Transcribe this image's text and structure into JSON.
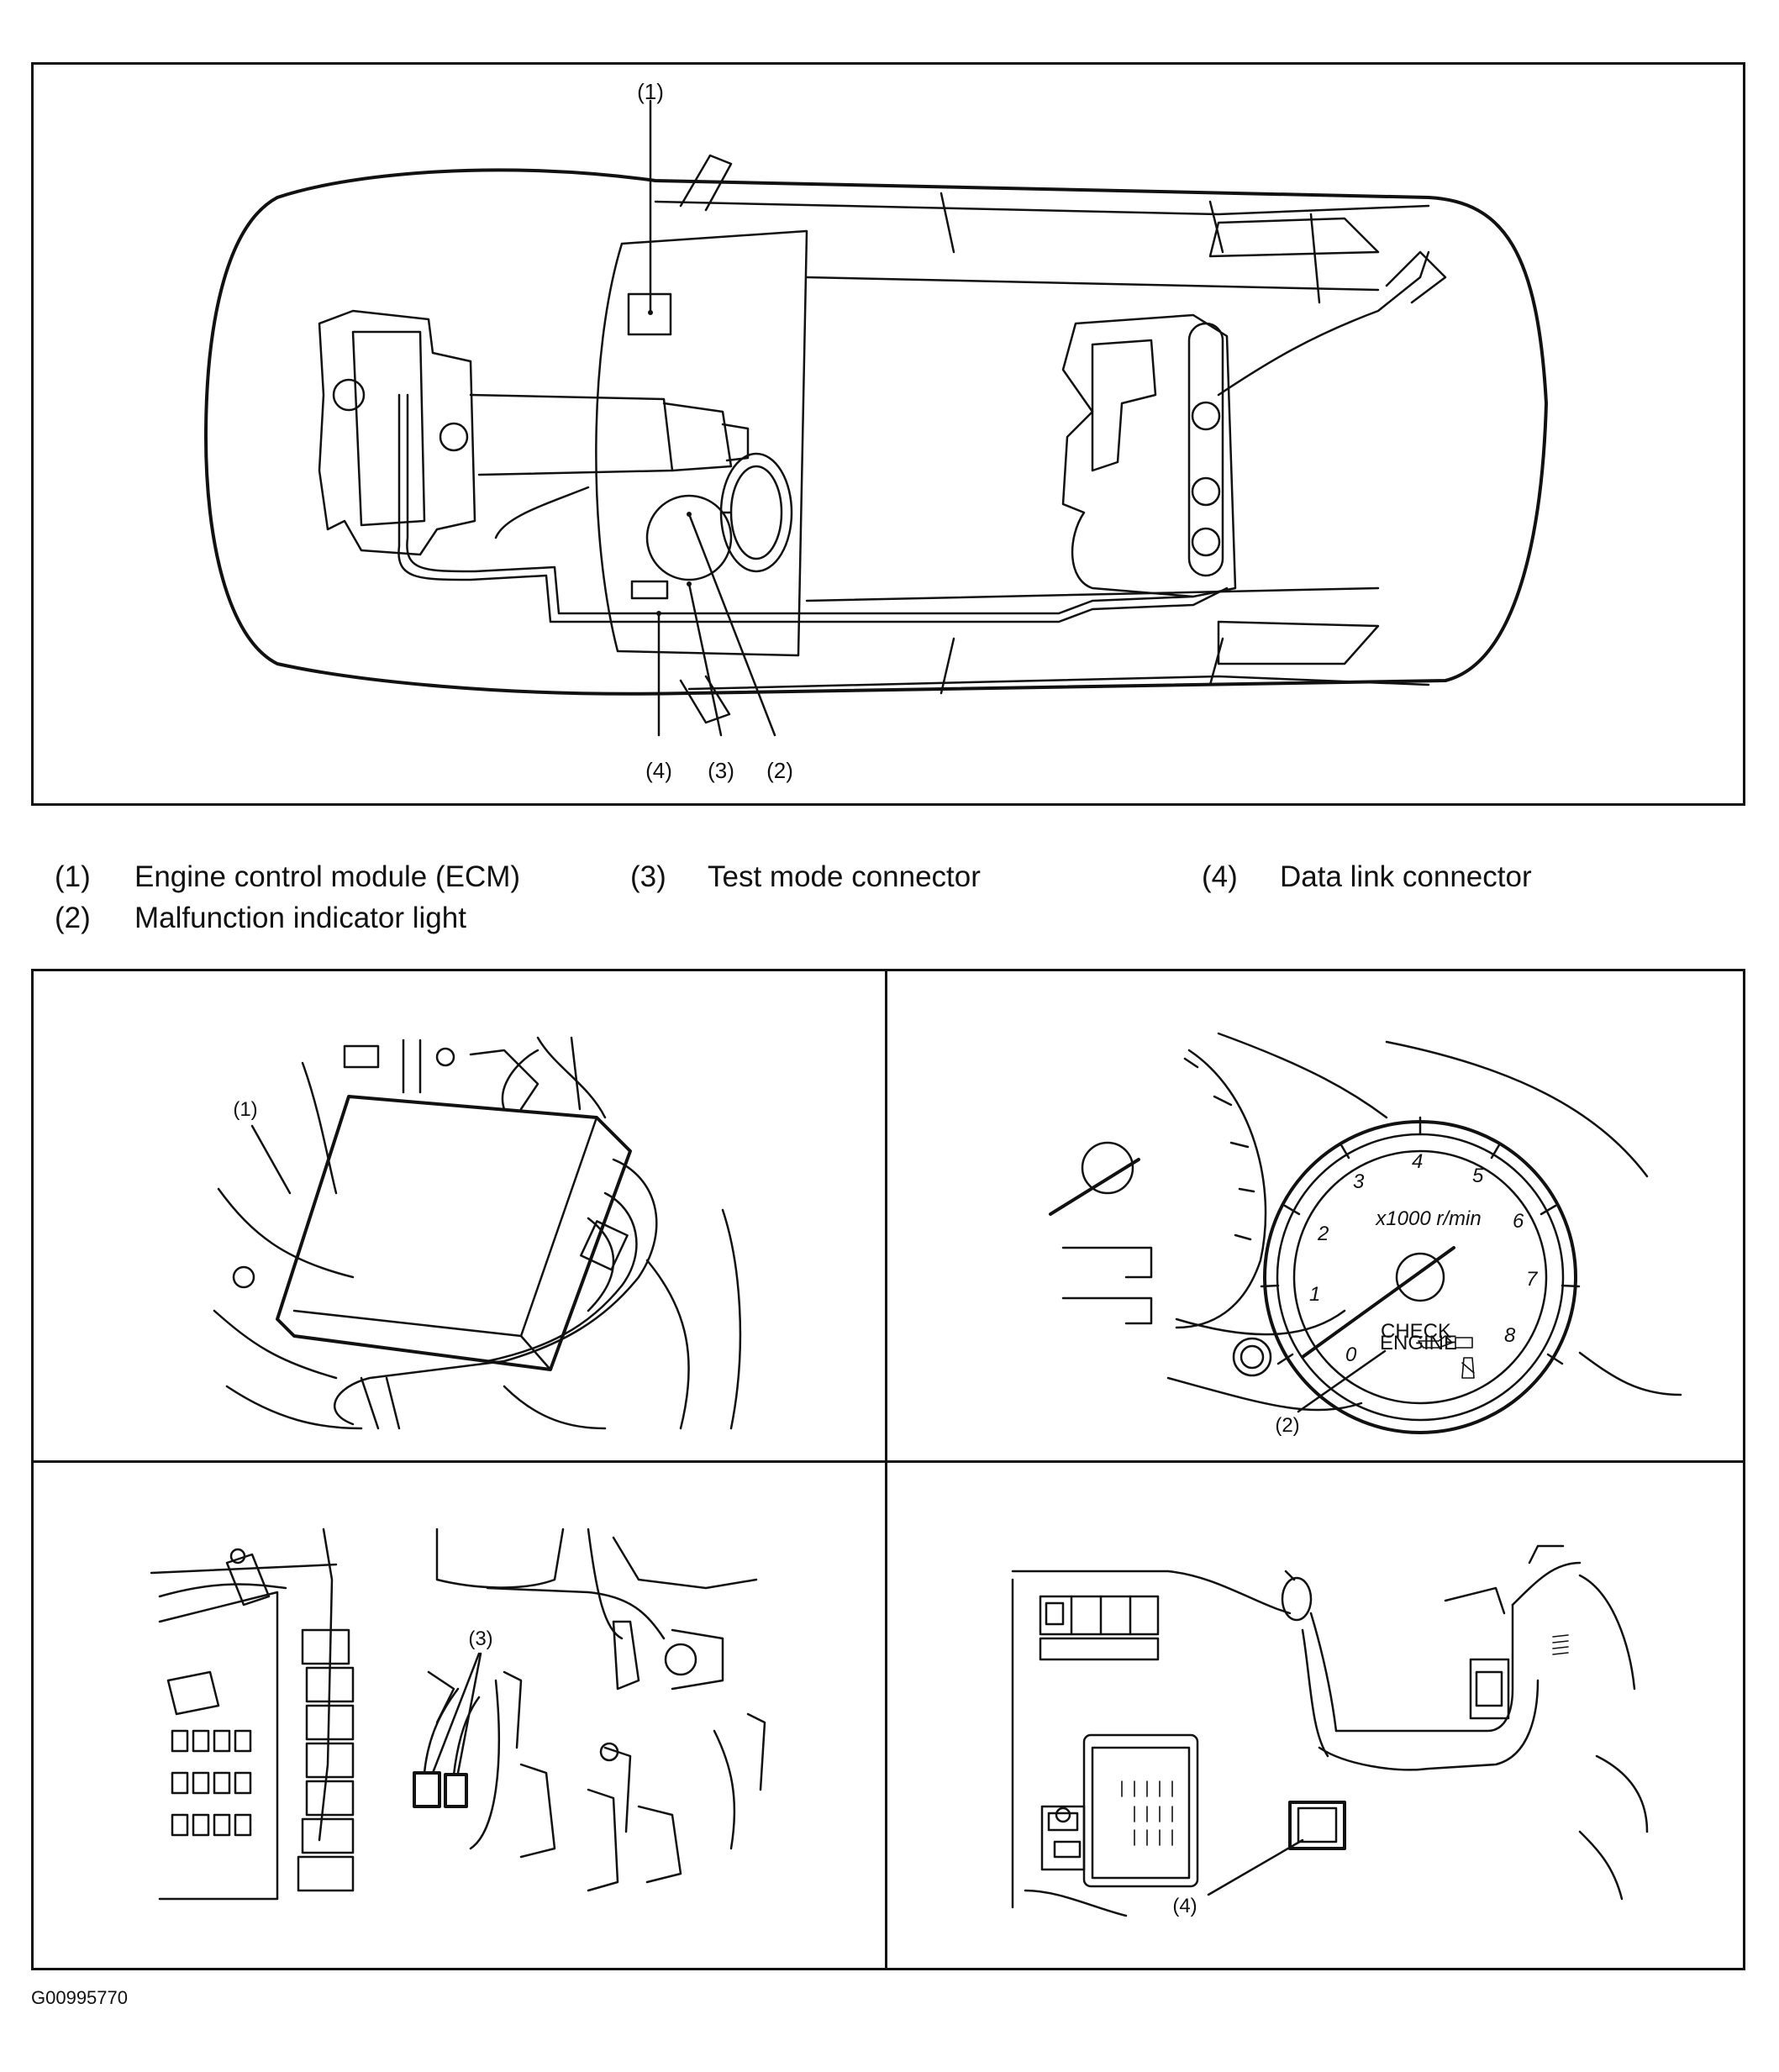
{
  "figure_id": "G00995770",
  "main_diagram": {
    "callouts": [
      {
        "id": "ecm",
        "label": "(1)"
      },
      {
        "id": "dlc",
        "label": "(4)"
      },
      {
        "id": "test_mode",
        "label": "(3)"
      },
      {
        "id": "mil",
        "label": "(2)"
      }
    ]
  },
  "legend": [
    {
      "num": "(1)",
      "text": "Engine control module (ECM)"
    },
    {
      "num": "(2)",
      "text": "Malfunction indicator light"
    },
    {
      "num": "(3)",
      "text": "Test mode connector"
    },
    {
      "num": "(4)",
      "text": "Data link connector"
    }
  ],
  "panels": {
    "ecm": {
      "callout": "(1)"
    },
    "tachometer": {
      "callout": "(2)",
      "unit": "x1000 r/min",
      "ticks": [
        "0",
        "1",
        "2",
        "3",
        "4",
        "5",
        "6",
        "7",
        "8"
      ],
      "warning_label_line1": "CHECK",
      "warning_label_line2": "ENGINE"
    },
    "test_connector": {
      "callout": "(3)"
    },
    "data_link": {
      "callout": "(4)"
    }
  }
}
